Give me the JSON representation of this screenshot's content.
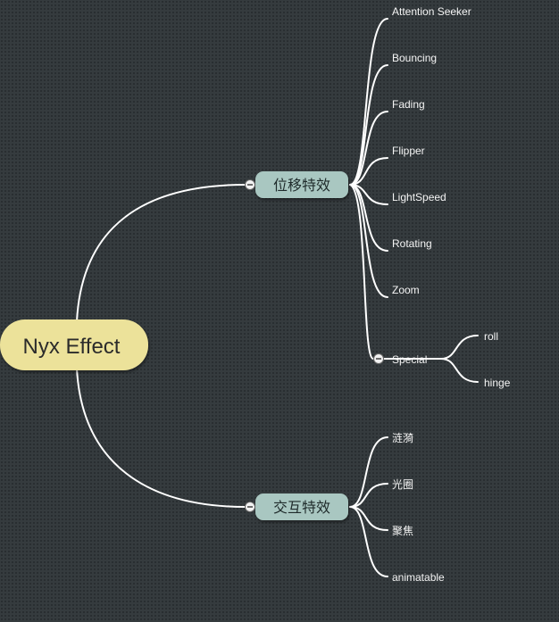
{
  "mindmap": {
    "root": {
      "label": "Nyx Effect",
      "color": "#ece29a"
    },
    "branch_color": "#a9c7c1",
    "line_color": "#ffffff",
    "background": "#353b3e",
    "branches": [
      {
        "label": "位移特效",
        "collapsed": false,
        "children": [
          {
            "label": "Attention Seeker"
          },
          {
            "label": "Bouncing"
          },
          {
            "label": "Fading"
          },
          {
            "label": "Flipper"
          },
          {
            "label": "LightSpeed"
          },
          {
            "label": "Rotating"
          },
          {
            "label": "Zoom"
          },
          {
            "label": "Special",
            "collapsed": false,
            "children": [
              {
                "label": "roll"
              },
              {
                "label": "hinge"
              }
            ]
          }
        ]
      },
      {
        "label": "交互特效",
        "collapsed": false,
        "children": [
          {
            "label": "涟漪"
          },
          {
            "label": "光圈"
          },
          {
            "label": "聚焦"
          },
          {
            "label": "animatable"
          }
        ]
      }
    ]
  }
}
